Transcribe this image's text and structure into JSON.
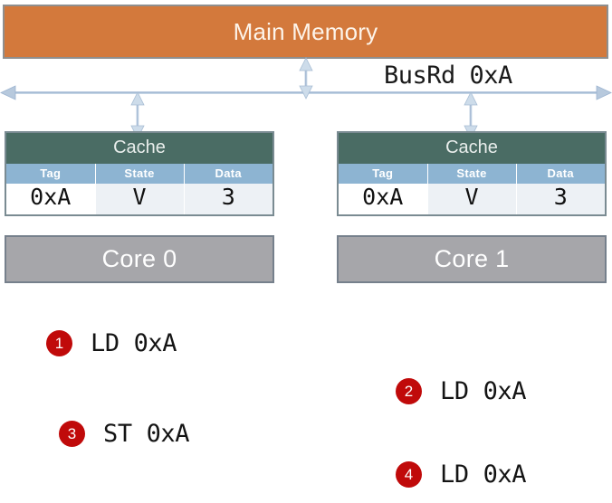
{
  "diagram": {
    "main_memory": {
      "label": "Main Memory",
      "color": "#D3793C"
    },
    "bus": {
      "label": "BusRd 0xA",
      "line_color": "#A8BDD4"
    },
    "caches": [
      {
        "title": "Cache",
        "columns": [
          "Tag",
          "State",
          "Data"
        ],
        "row": {
          "tag": "0xA",
          "state": "V",
          "data": "3"
        },
        "state_color": "#111111",
        "data_color": "#E00000",
        "header_color": "#4A6C64",
        "column_header_color": "#8DB4D2"
      },
      {
        "title": "Cache",
        "columns": [
          "Tag",
          "State",
          "Data"
        ],
        "row": {
          "tag": "0xA",
          "state": "V",
          "data": "3"
        },
        "state_color": "#E00000",
        "data_color": "#E00000",
        "header_color": "#4A6C64",
        "column_header_color": "#8DB4D2"
      }
    ],
    "cores": [
      {
        "label": "Core 0",
        "color": "#A6A6AA"
      },
      {
        "label": "Core 1",
        "color": "#A6A6AA"
      }
    ],
    "instructions": [
      {
        "number": "1",
        "text": "LD 0xA"
      },
      {
        "number": "2",
        "text": "LD 0xA"
      },
      {
        "number": "3",
        "text": "ST 0xA"
      },
      {
        "number": "4",
        "text": "LD 0xA"
      }
    ],
    "badge_color": "#C00A0A"
  }
}
